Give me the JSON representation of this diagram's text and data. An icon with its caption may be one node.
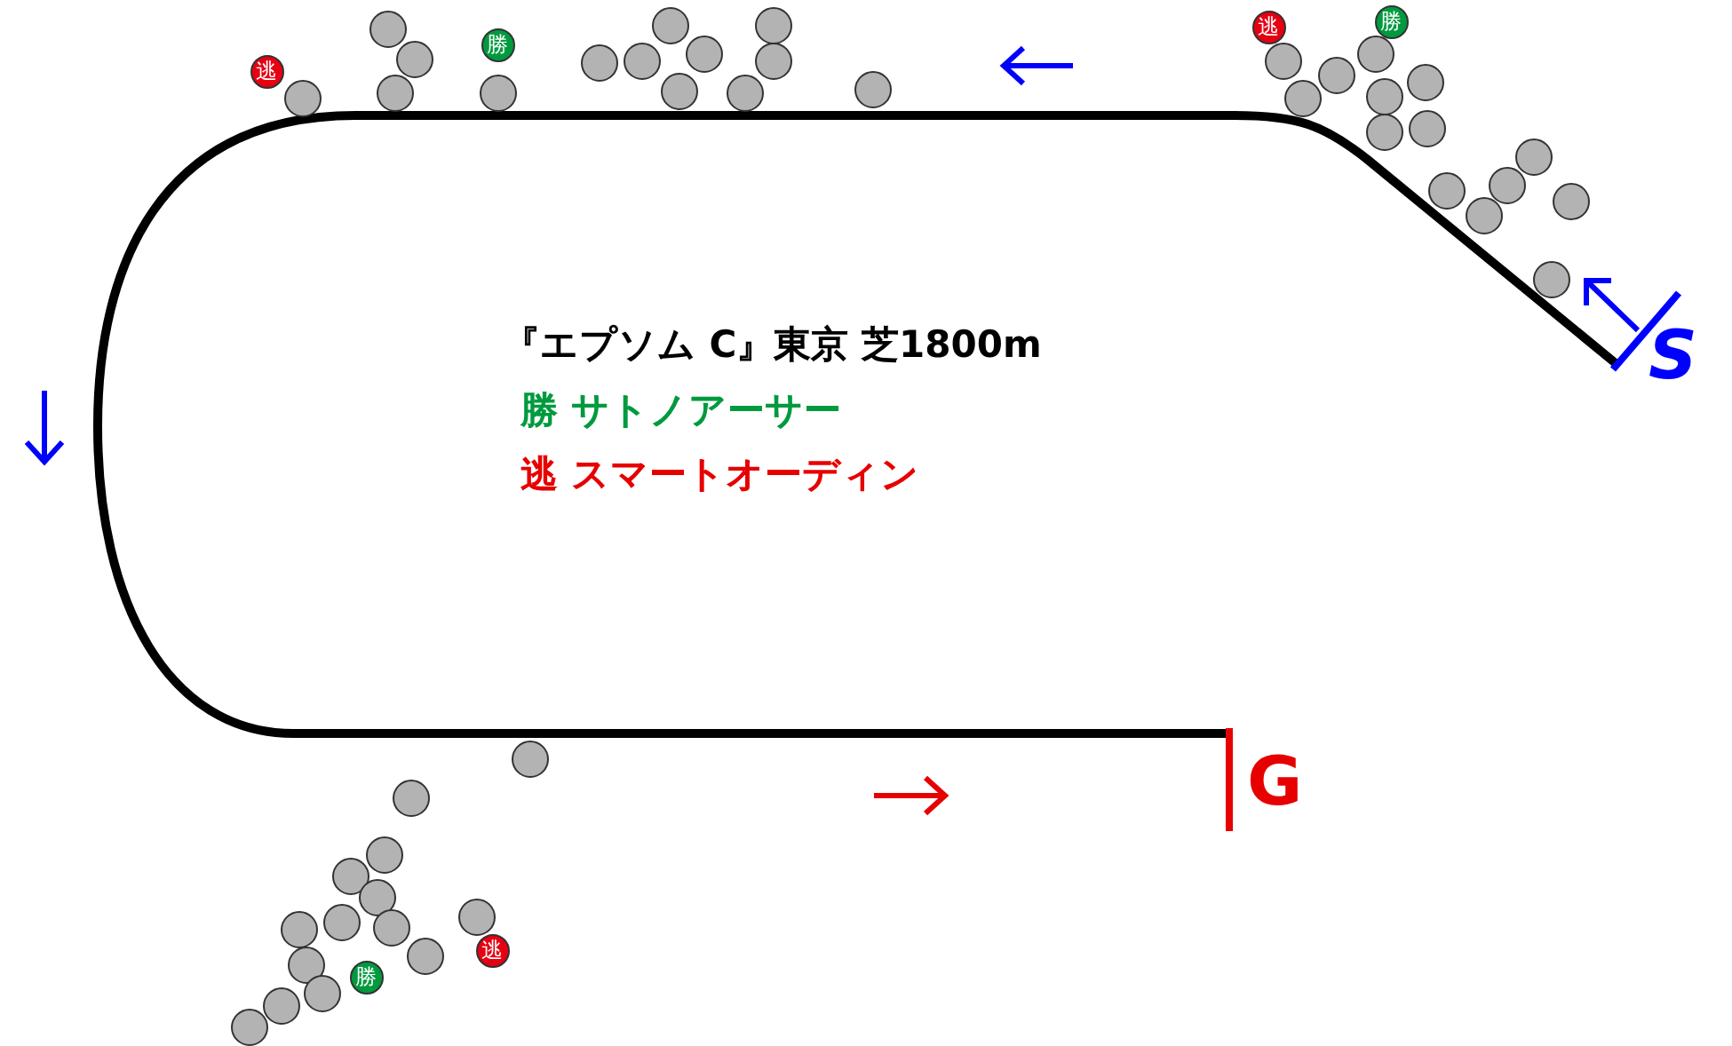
{
  "diagram": {
    "nodes": [
      {
        "text": [
          "逃"
        ]
      },
      {
        "text": [],
        "shape": "circle"
      },
      {
        "text": [],
        "shape": "circle"
      },
      {
        "text": [],
        "shape": "circle"
      },
      {
        "text": [],
        "shape": "circle"
      },
      {
        "text": [
          "勝"
        ]
      },
      {
        "text": [],
        "shape": "circle"
      },
      {
        "text": [],
        "shape": "circle"
      },
      {
        "text": [],
        "shape": "circle"
      },
      {
        "text": [],
        "shape": "circle"
      },
      {
        "text": [],
        "shape": "circle"
      },
      {
        "text": [],
        "shape": "circle"
      },
      {
        "text": [],
        "shape": "circle"
      },
      {
        "text": [],
        "shape": "circle"
      },
      {
        "text": [],
        "shape": "circle"
      },
      {
        "text": [],
        "shape": "circle"
      },
      {
        "text": [
          "逃"
        ]
      },
      {
        "text": [
          "勝"
        ]
      },
      {
        "text": [],
        "shape": "circle"
      },
      {
        "text": [],
        "shape": "circle"
      },
      {
        "text": [],
        "shape": "circle"
      },
      {
        "text": [],
        "shape": "circle"
      },
      {
        "text": [],
        "shape": "circle"
      },
      {
        "text": [],
        "shape": "circle"
      },
      {
        "text": [],
        "shape": "circle"
      },
      {
        "text": [],
        "shape": "circle"
      },
      {
        "text": [],
        "shape": "circle"
      },
      {
        "text": [],
        "shape": "circle"
      },
      {
        "text": [],
        "shape": "circle"
      },
      {
        "text": [],
        "shape": "circle"
      },
      {
        "text": [],
        "shape": "circle"
      },
      {
        "text": [],
        "shape": "circle"
      },
      {
        "text": [],
        "shape": "circle"
      },
      {
        "text": [],
        "shape": "circle"
      },
      {
        "text": [],
        "shape": "circle"
      },
      {
        "text": [],
        "shape": "circle"
      },
      {
        "text": [],
        "shape": "circle"
      },
      {
        "text": [],
        "shape": "circle"
      },
      {
        "text": [],
        "shape": "circle"
      },
      {
        "text": [],
        "shape": "circle"
      },
      {
        "text": [],
        "shape": "circle"
      },
      {
        "text": [],
        "shape": "circle"
      },
      {
        "text": [],
        "shape": "circle"
      },
      {
        "text": [],
        "shape": "circle"
      },
      {
        "text": [],
        "shape": "circle"
      },
      {
        "text": [],
        "shape": "circle"
      },
      {
        "text": [
          "勝"
        ]
      },
      {
        "text": [
          "逃"
        ]
      }
    ],
    "labels": [
      "『エプソム C』東京 芝1800m",
      "勝 サトノアーサー",
      "逃 スマートオーディン",
      "S",
      "G"
    ]
  }
}
